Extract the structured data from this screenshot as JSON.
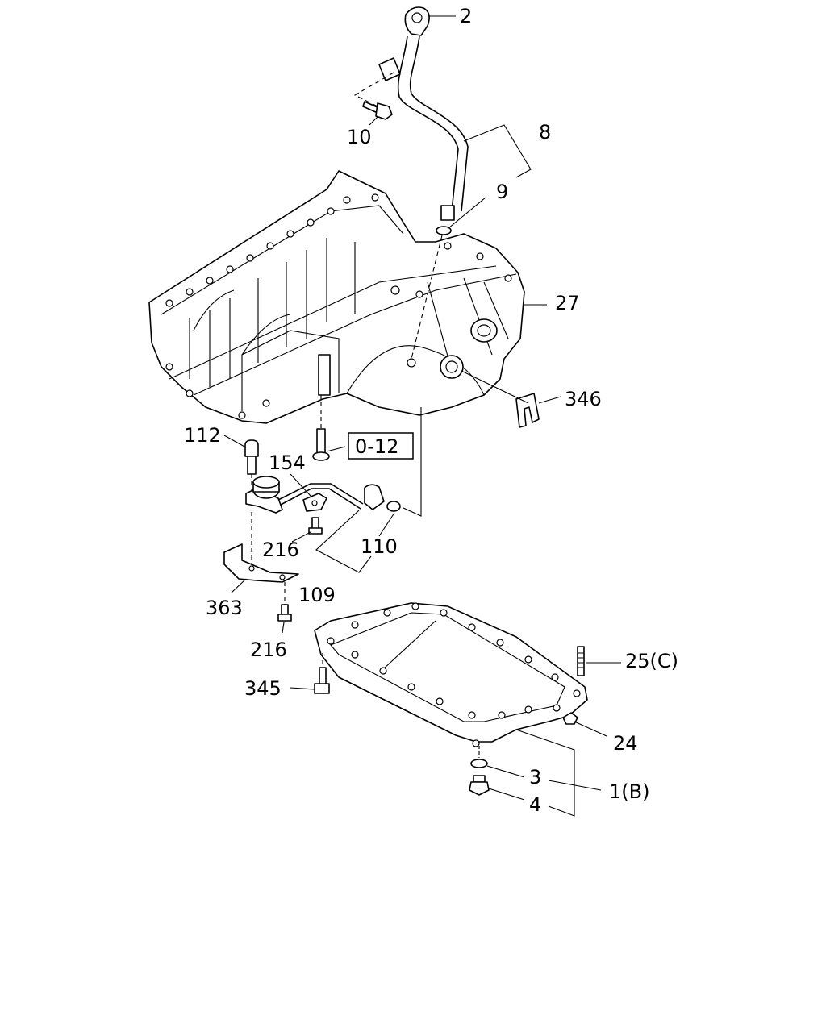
{
  "callouts": {
    "c2": "2",
    "c10": "10",
    "c8": "8",
    "c9": "9",
    "c27": "27",
    "c346": "346",
    "c112": "112",
    "c0_12": "0-12",
    "c154": "154",
    "c110": "110",
    "c216a": "216",
    "c109": "109",
    "c363": "363",
    "c216b": "216",
    "c345": "345",
    "c25c": "25(C)",
    "c24": "24",
    "c3": "3",
    "c1b": "1(B)",
    "c4": "4"
  }
}
